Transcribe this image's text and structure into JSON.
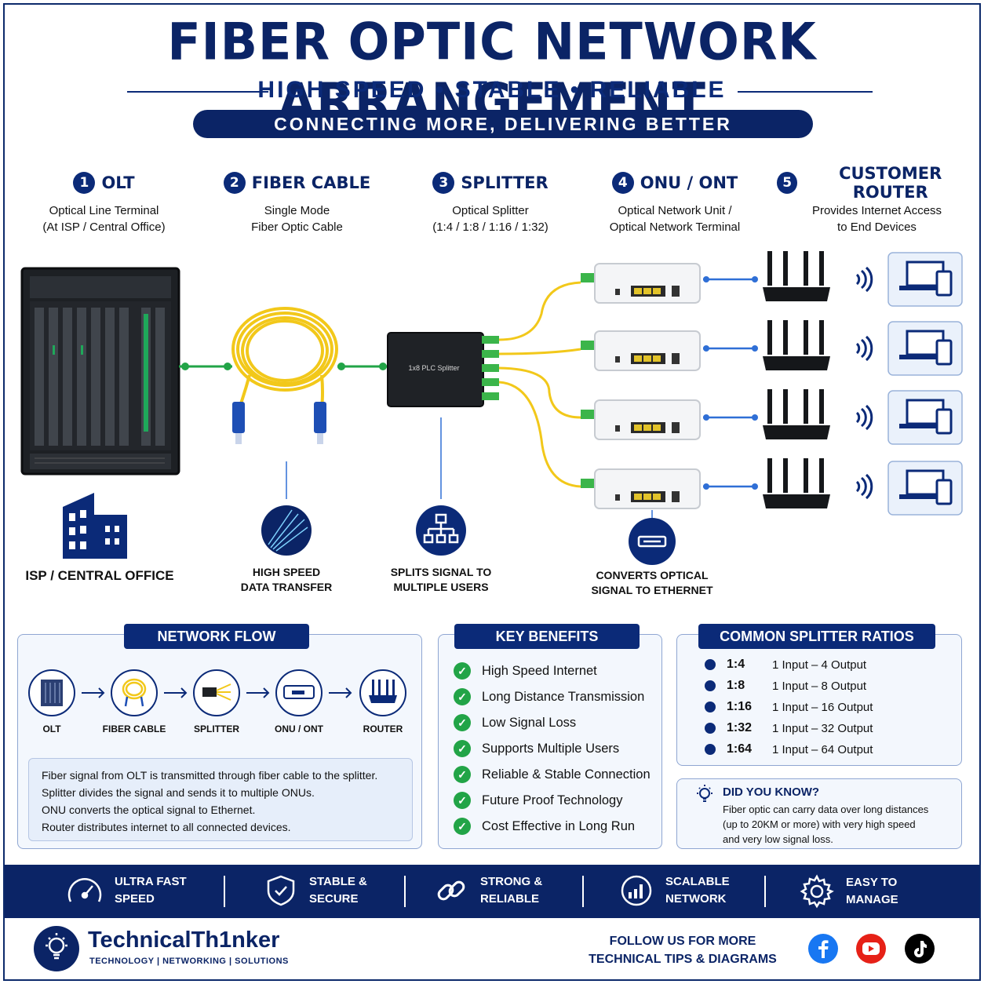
{
  "header": {
    "title": "FIBER OPTIC NETWORK ARRANGEMENT",
    "subtitle": "HIGH SPEED • STABLE • RELIABLE",
    "banner": "CONNECTING MORE, DELIVERING BETTER"
  },
  "steps": [
    {
      "num": "1",
      "title": "OLT",
      "line1": "Optical Line Terminal",
      "line2": "(At ISP / Central Office)"
    },
    {
      "num": "2",
      "title": "FIBER CABLE",
      "line1": "Single Mode",
      "line2": "Fiber Optic Cable"
    },
    {
      "num": "3",
      "title": "SPLITTER",
      "line1": "Optical Splitter",
      "line2": "(1:4 / 1:8 / 1:16 / 1:32)"
    },
    {
      "num": "4",
      "title": "ONU / ONT",
      "line1": "Optical Network Unit /",
      "line2": "Optical Network Terminal"
    },
    {
      "num": "5",
      "title": "CUSTOMER ROUTER",
      "line1": "Provides Internet Access",
      "line2": "to End Devices"
    }
  ],
  "diagram": {
    "splitter_label": "1x8 PLC Splitter",
    "captions": {
      "isp": "ISP / CENTRAL OFFICE",
      "speed_1": "HIGH SPEED",
      "speed_2": "DATA TRANSFER",
      "split_1": "SPLITS SIGNAL TO",
      "split_2": "MULTIPLE USERS",
      "convert_1": "CONVERTS OPTICAL",
      "convert_2": "SIGNAL TO ETHERNET"
    }
  },
  "network_flow": {
    "title": "NETWORK FLOW",
    "nodes": [
      "OLT",
      "FIBER CABLE",
      "SPLITTER",
      "ONU / ONT",
      "ROUTER"
    ],
    "description": [
      "Fiber signal from OLT is transmitted through fiber cable to the splitter.",
      "Splitter divides the signal and sends it to multiple ONUs.",
      "ONU converts the optical signal to Ethernet.",
      "Router distributes internet to all connected devices."
    ]
  },
  "key_benefits": {
    "title": "KEY BENEFITS",
    "items": [
      "High Speed Internet",
      "Long Distance Transmission",
      "Low Signal Loss",
      "Supports Multiple Users",
      "Reliable & Stable Connection",
      "Future Proof Technology",
      "Cost Effective in Long Run"
    ]
  },
  "splitter_ratios": {
    "title": "COMMON SPLITTER RATIOS",
    "items": [
      {
        "ratio": "1:4",
        "desc": "1 Input – 4 Output"
      },
      {
        "ratio": "1:8",
        "desc": "1 Input – 8 Output"
      },
      {
        "ratio": "1:16",
        "desc": "1 Input – 16 Output"
      },
      {
        "ratio": "1:32",
        "desc": "1 Input – 32 Output"
      },
      {
        "ratio": "1:64",
        "desc": "1 Input – 64 Output"
      }
    ]
  },
  "did_you_know": {
    "title": "DID YOU KNOW?",
    "lines": [
      "Fiber optic can carry data over long distances",
      "(up to 20KM or more) with very high speed",
      "and very low signal loss."
    ]
  },
  "features": [
    {
      "icon": "speedometer-icon",
      "line1": "ULTRA FAST",
      "line2": "SPEED"
    },
    {
      "icon": "shield-icon",
      "line1": "STABLE &",
      "line2": "SECURE"
    },
    {
      "icon": "chain-link-icon",
      "line1": "STRONG &",
      "line2": "RELIABLE"
    },
    {
      "icon": "growth-chart-icon",
      "line1": "SCALABLE",
      "line2": "NETWORK"
    },
    {
      "icon": "gear-icon",
      "line1": "EASY TO",
      "line2": "MANAGE"
    }
  ],
  "footer": {
    "brand": "TechnicalTh1nker",
    "tagline": "TECHNOLOGY | NETWORKING | SOLUTIONS",
    "follow_1": "FOLLOW US FOR MORE",
    "follow_2": "TECHNICAL TIPS & DIAGRAMS"
  },
  "colors": {
    "navy": "#0b2466",
    "fiber_yellow": "#f2c81a",
    "link_green": "#22a447",
    "link_blue": "#2f6fd6",
    "facebook": "#1877f2",
    "youtube": "#e62117",
    "tiktok": "#000000"
  }
}
